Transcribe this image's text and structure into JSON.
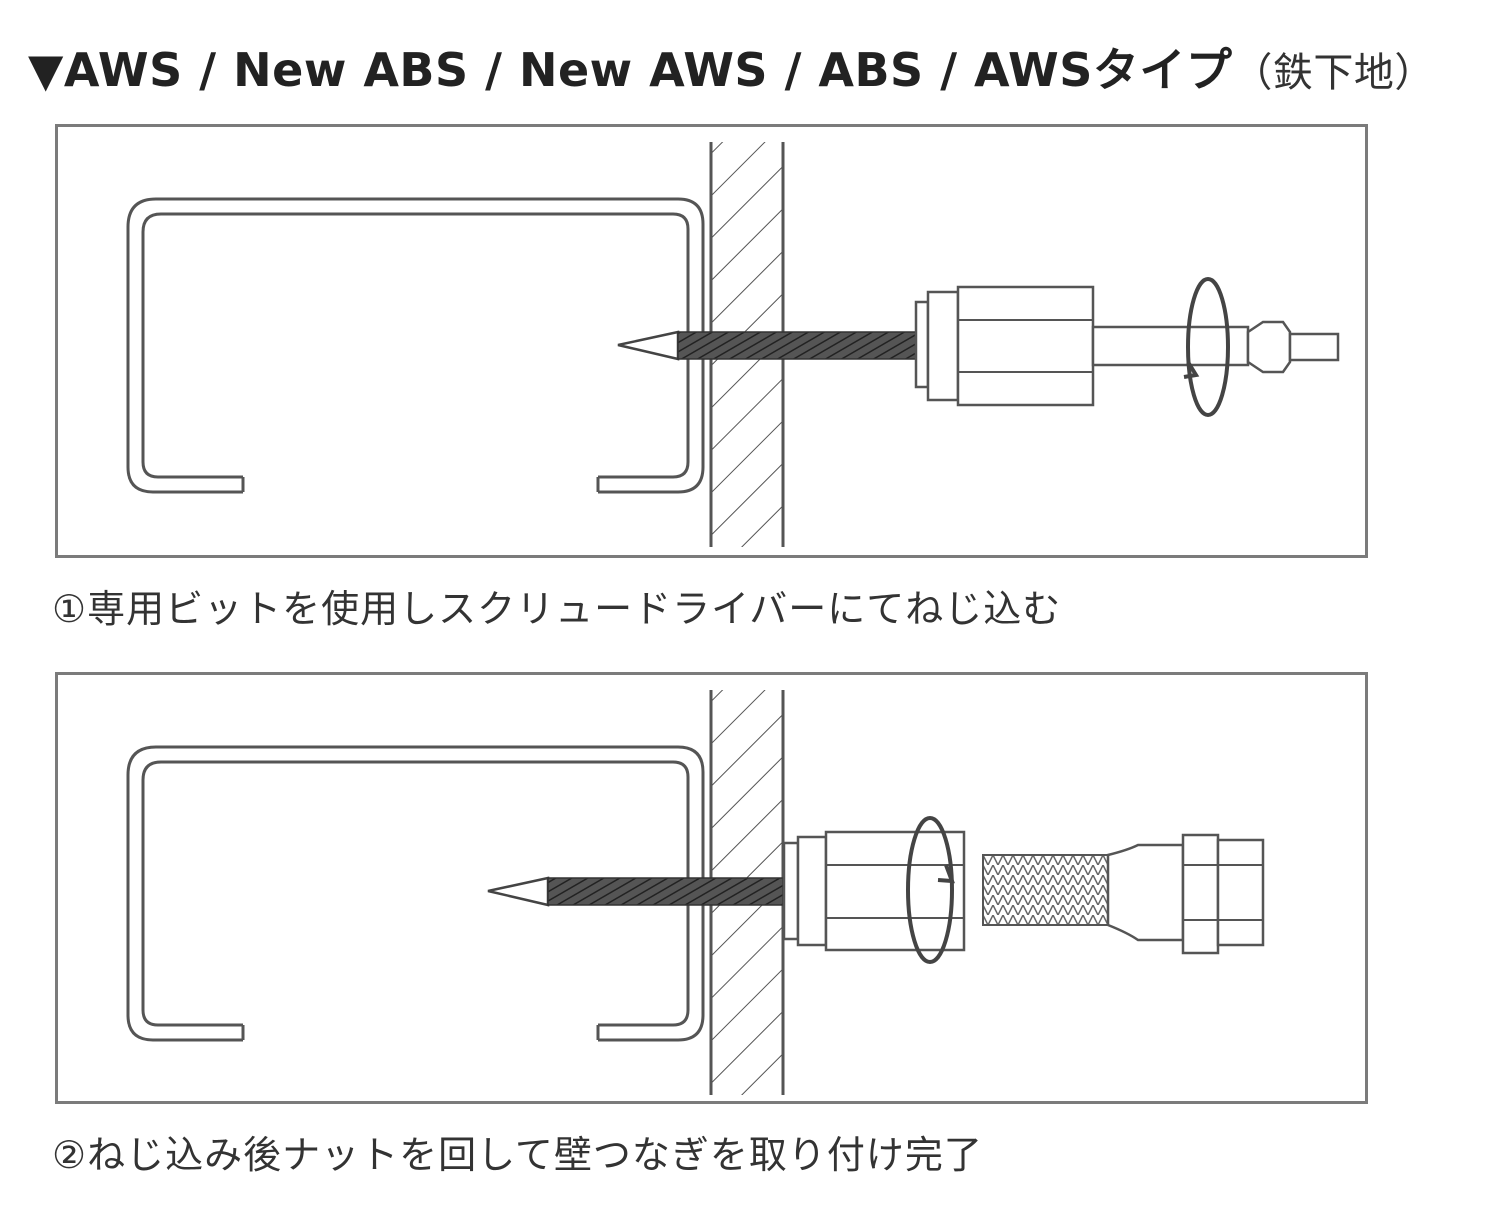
{
  "header": {
    "marker": "▼",
    "title": "AWS / New ABS / New AWS / ABS / AWSタイプ",
    "subtitle": "（鉄下地）"
  },
  "steps": [
    {
      "caption": "①専用ビットを使用しスクリュードライバーにてねじ込む"
    },
    {
      "caption": "②ねじ込み後ナットを回して壁つなぎを取り付け完了"
    }
  ],
  "colors": {
    "line": "#555555",
    "frame": "#7b7b7b",
    "thread": "#3a3a3a"
  }
}
